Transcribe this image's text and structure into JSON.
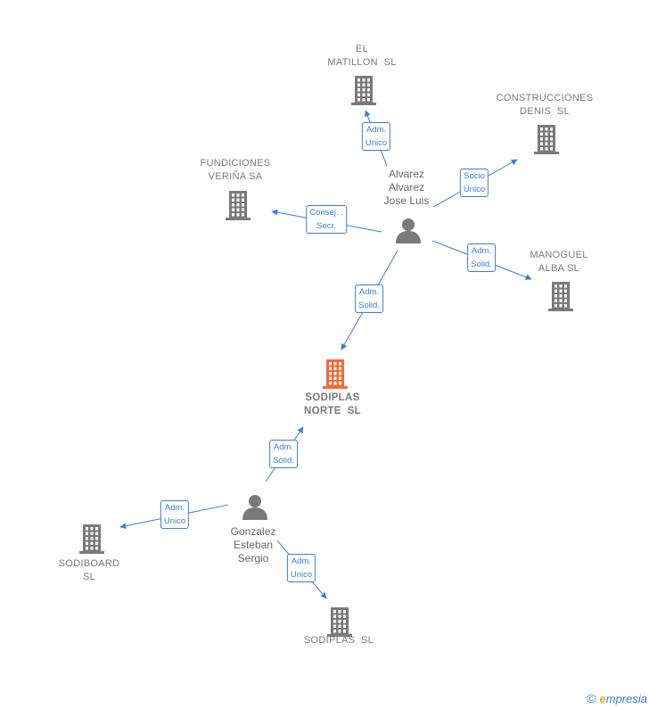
{
  "companies": [
    {
      "id": "matillon",
      "label": "EL\nMATILLON  SL",
      "focus": false
    },
    {
      "id": "construcciones",
      "label": "CONSTRUCCIONES\nDENIS  SL",
      "focus": false
    },
    {
      "id": "fundiciones",
      "label": "FUNDICIONES\nVERIÑA SA",
      "focus": false
    },
    {
      "id": "manoguel",
      "label": "MANOGUEL\nALBA SL",
      "focus": false
    },
    {
      "id": "sodiplas_norte",
      "label": "SODIPLAS\nNORTE  SL",
      "focus": true
    },
    {
      "id": "sodiboard",
      "label": "SODIBOARD\nSL",
      "focus": false
    },
    {
      "id": "sodiplas",
      "label": "SODIPLAS  SL",
      "focus": false
    }
  ],
  "persons": [
    {
      "id": "alvarez",
      "label": "Alvarez\nAlvarez\nJose Luis"
    },
    {
      "id": "gonzalez",
      "label": "Gonzalez\nEsteban\nSergio"
    }
  ],
  "relations": [
    {
      "from": "alvarez",
      "to": "matillon",
      "label": "Adm.\nUnico"
    },
    {
      "from": "alvarez",
      "to": "construcciones",
      "label": "Socio\nÚnico"
    },
    {
      "from": "alvarez",
      "to": "fundiciones",
      "label": "Consej. .\nSecr."
    },
    {
      "from": "alvarez",
      "to": "manoguel",
      "label": "Adm.\nSolid."
    },
    {
      "from": "alvarez",
      "to": "sodiplas_norte",
      "label": "Adm.\nSolid."
    },
    {
      "from": "gonzalez",
      "to": "sodiplas_norte",
      "label": "Adm.\nSolid."
    },
    {
      "from": "gonzalez",
      "to": "sodiboard",
      "label": "Adm.\nUnico"
    },
    {
      "from": "gonzalez",
      "to": "sodiplas",
      "label": "Adm.\nUnico"
    }
  ],
  "colors": {
    "edge": "#3b7dd8",
    "company": "#7a7a7a",
    "focus_company": "#f26b3a",
    "person": "#7a7a7a"
  },
  "copyright": {
    "symbol": "©",
    "brand_first": "e",
    "brand_rest": "mpresia"
  }
}
